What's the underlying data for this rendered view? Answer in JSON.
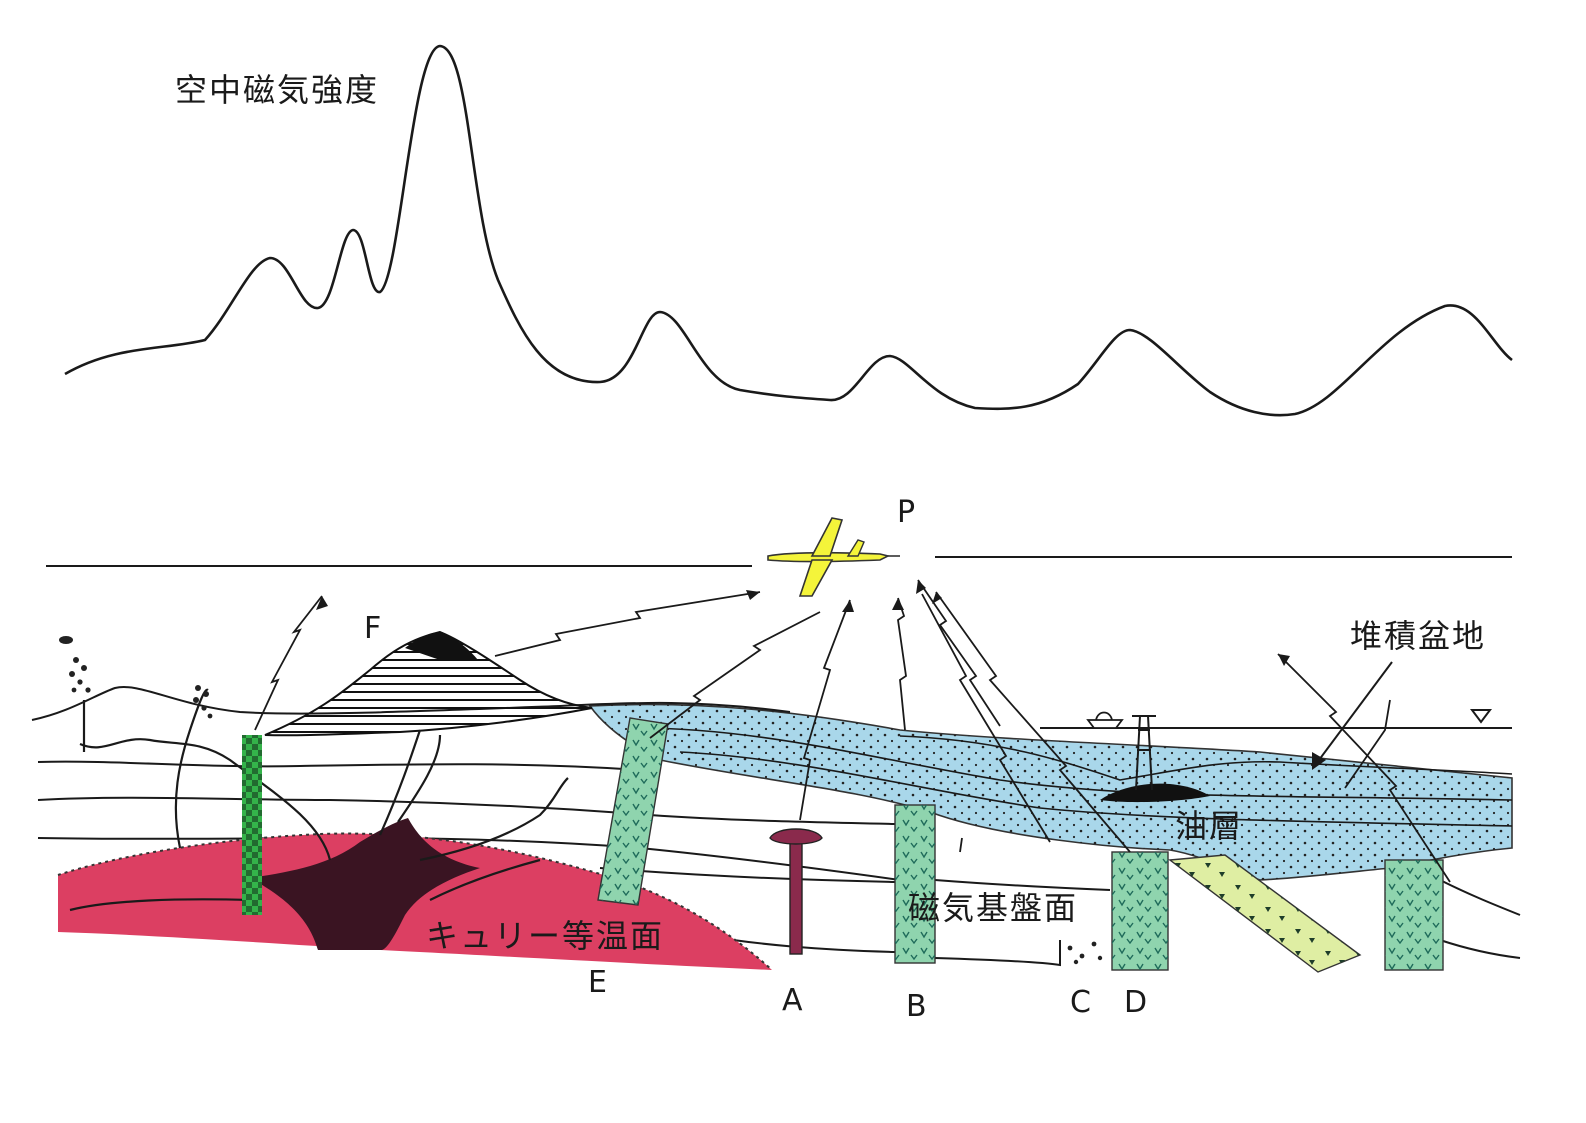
{
  "profile": {
    "title": "空中磁気強度"
  },
  "section": {
    "aircraft_label": "P",
    "curie_label": "キュリー等温面",
    "basement_label": "磁気基盤面",
    "basin_label": "堆積盆地",
    "oil_label": "油層",
    "volcano_label": "F",
    "dike_labels": {
      "a": "A",
      "b": "B",
      "c": "C",
      "d": "D",
      "e": "E"
    }
  },
  "colors": {
    "magma": "#dc3f62",
    "magma_core": "#3a1422",
    "sediment": "#a9d7ea",
    "dike_green": "#8fd4ae",
    "dike_bright": "#34b34a",
    "dike_yellow": "#dfeea3",
    "dike_purple": "#8a2a4c",
    "aircraft": "#f4f43a",
    "line": "#1a1a1a"
  }
}
